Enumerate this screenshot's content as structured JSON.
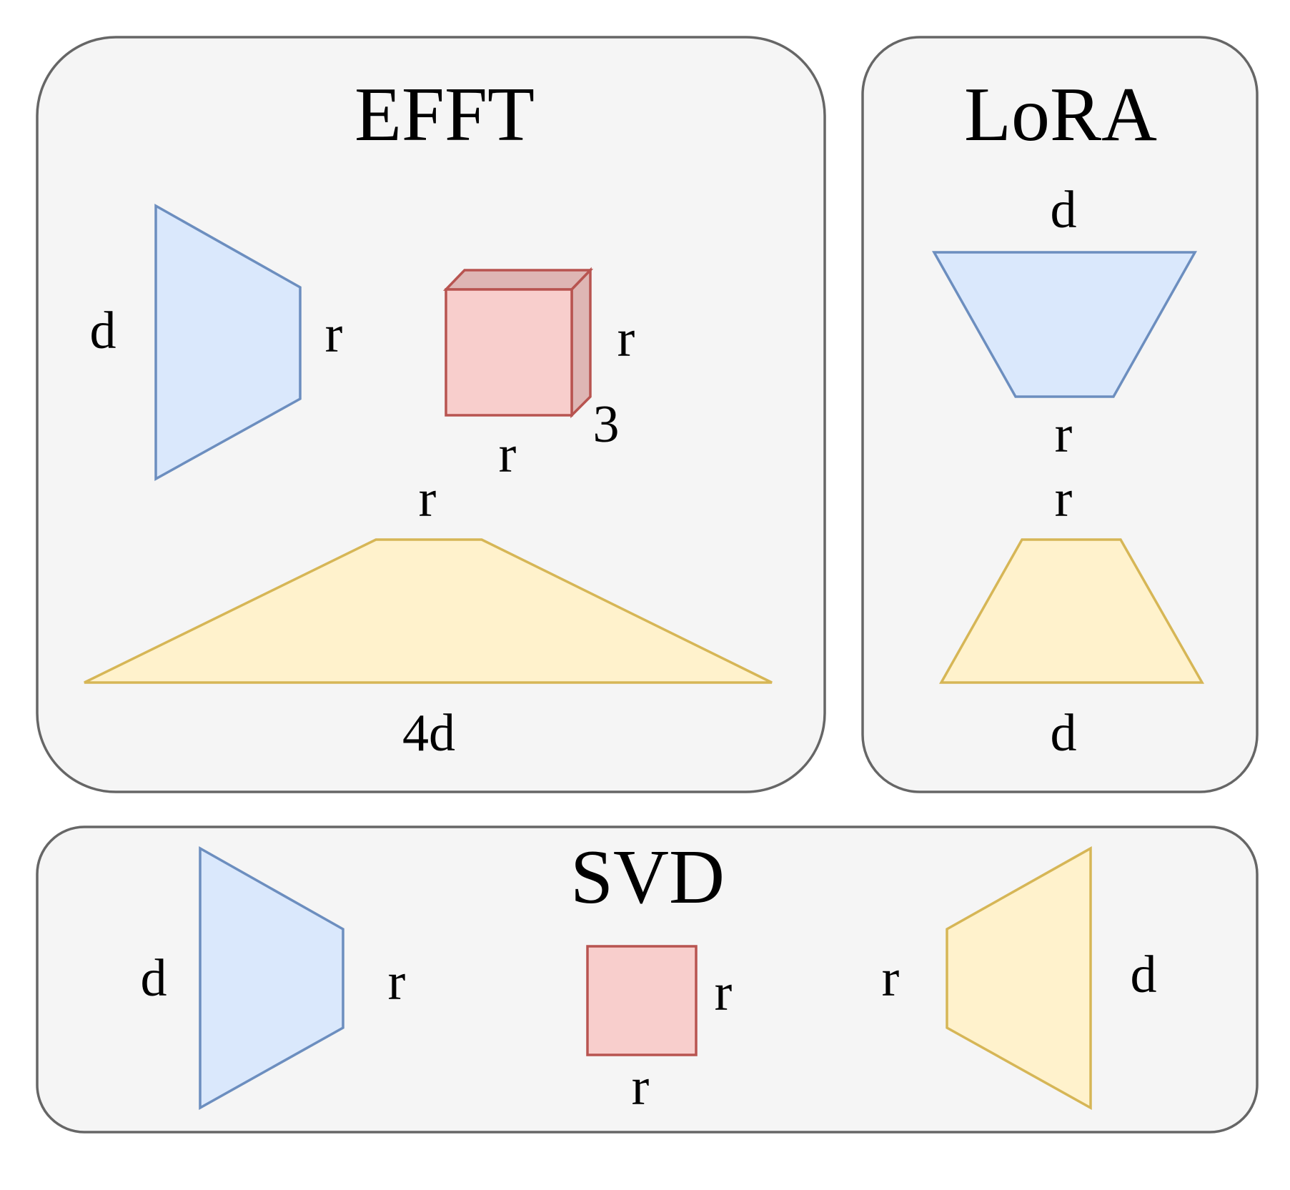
{
  "panels": {
    "efft": {
      "title": "EFFT",
      "blue_left_label": "d",
      "blue_right_label": "r",
      "cube_side_label": "r",
      "cube_depth_label": "3",
      "cube_bottom_label": "r",
      "yellow_top_label": "r",
      "yellow_bottom_label": "4d"
    },
    "lora": {
      "title": "LoRA",
      "blue_top_label": "d",
      "blue_bottom_label": "r",
      "yellow_top_label": "r",
      "yellow_bottom_label": "d"
    },
    "svd": {
      "title": "SVD",
      "blue_left_label": "d",
      "blue_right_label": "r",
      "square_side_label": "r",
      "square_bottom_label": "r",
      "yellow_left_label": "r",
      "yellow_right_label": "d"
    }
  },
  "colors": {
    "panel_fill": "#f5f5f5",
    "panel_stroke": "#666666",
    "blue_fill": "#dae8fc",
    "blue_stroke": "#6c8ebf",
    "yellow_fill": "#fff2cc",
    "yellow_stroke": "#d6b656",
    "red_fill": "#f8cecc",
    "red_stroke": "#b85450"
  }
}
